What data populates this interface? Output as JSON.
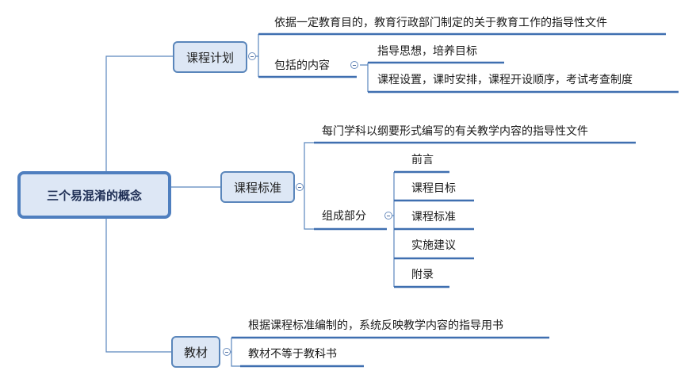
{
  "root": {
    "label": "三个易混淆的概念"
  },
  "branches": [
    {
      "label": "课程计划",
      "children": [
        {
          "label": "依据一定教育目的，教育行政部门制定的关于教育工作的指导性文件"
        },
        {
          "label": "包括的内容",
          "children": [
            {
              "label": "指导思想，培养目标"
            },
            {
              "label": "课程设置，课时安排，课程开设顺序，考试考查制度"
            }
          ]
        }
      ]
    },
    {
      "label": "课程标准",
      "children": [
        {
          "label": "每门学科以纲要形式编写的有关教学内容的指导性文件"
        },
        {
          "label": "组成部分",
          "children": [
            {
              "label": "前言"
            },
            {
              "label": "课程目标"
            },
            {
              "label": "课程标准"
            },
            {
              "label": "实施建议"
            },
            {
              "label": "附录"
            }
          ]
        }
      ]
    },
    {
      "label": "教材",
      "children": [
        {
          "label": "根据课程标准编制的，系统反映教学内容的指导用书"
        },
        {
          "label": "教材不等于教科书"
        }
      ]
    }
  ],
  "colors": {
    "line": "#5b87bd",
    "underline": "#3f6fb0",
    "node_fill": "#dde7f5"
  }
}
